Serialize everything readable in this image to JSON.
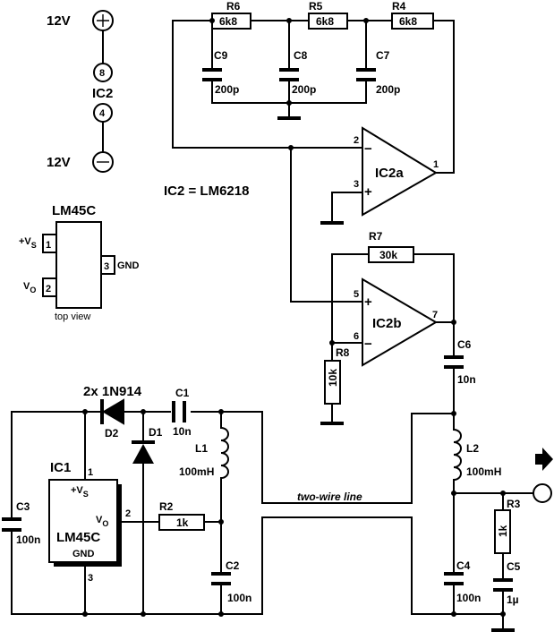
{
  "supply": {
    "pos_label": "12V",
    "neg_label": "12V",
    "pin_pos": "8",
    "pin_neg": "4",
    "ic_label": "IC2"
  },
  "ic2_type": "IC2 = LM6218",
  "opamps": {
    "ic2a": {
      "label": "IC2a",
      "pin_inv": "2",
      "pin_noninv": "3",
      "pin_out": "1"
    },
    "ic2b": {
      "label": "IC2b",
      "pin_noninv": "5",
      "pin_inv": "6",
      "pin_out": "7"
    }
  },
  "resistors": {
    "r6": {
      "ref": "R6",
      "value": "6k8"
    },
    "r5": {
      "ref": "R5",
      "value": "6k8"
    },
    "r4": {
      "ref": "R4",
      "value": "6k8"
    },
    "r7": {
      "ref": "R7",
      "value": "30k"
    },
    "r8": {
      "ref": "R8",
      "value": "10k"
    },
    "r2": {
      "ref": "R2",
      "value": "1k"
    },
    "r3": {
      "ref": "R3",
      "value": "1k"
    }
  },
  "capacitors": {
    "c9": {
      "ref": "C9",
      "value": "200p"
    },
    "c8": {
      "ref": "C8",
      "value": "200p"
    },
    "c7": {
      "ref": "C7",
      "value": "200p"
    },
    "c6": {
      "ref": "C6",
      "value": "10n"
    },
    "c1": {
      "ref": "C1",
      "value": "10n"
    },
    "c3": {
      "ref": "C3",
      "value": "100n"
    },
    "c2": {
      "ref": "C2",
      "value": "100n"
    },
    "c4": {
      "ref": "C4",
      "value": "100n"
    },
    "c5": {
      "ref": "C5",
      "value": "1µ"
    }
  },
  "inductors": {
    "l1": {
      "ref": "L1",
      "value": "100mH"
    },
    "l2": {
      "ref": "L2",
      "value": "100mH"
    }
  },
  "diodes": {
    "title": "2x 1N914",
    "d1": "D1",
    "d2": "D2"
  },
  "lm45_pinout": {
    "title": "LM45C",
    "pin1_label": "+V",
    "pin1_sub": "S",
    "pin2_label": "V",
    "pin2_sub": "O",
    "pin3_label": "GND",
    "pin1": "1",
    "pin2": "2",
    "pin3": "3",
    "caption": "top view"
  },
  "ic1": {
    "ref": "IC1",
    "part": "LM45C",
    "vs": "+V",
    "vs_sub": "S",
    "vo": "V",
    "vo_sub": "O",
    "gnd": "GND",
    "pin1": "1",
    "pin2": "2",
    "pin3": "3"
  },
  "line_label": "two-wire line",
  "output": {
    "arrow": "arrow-right-icon",
    "terminal": "output-terminal-icon"
  }
}
